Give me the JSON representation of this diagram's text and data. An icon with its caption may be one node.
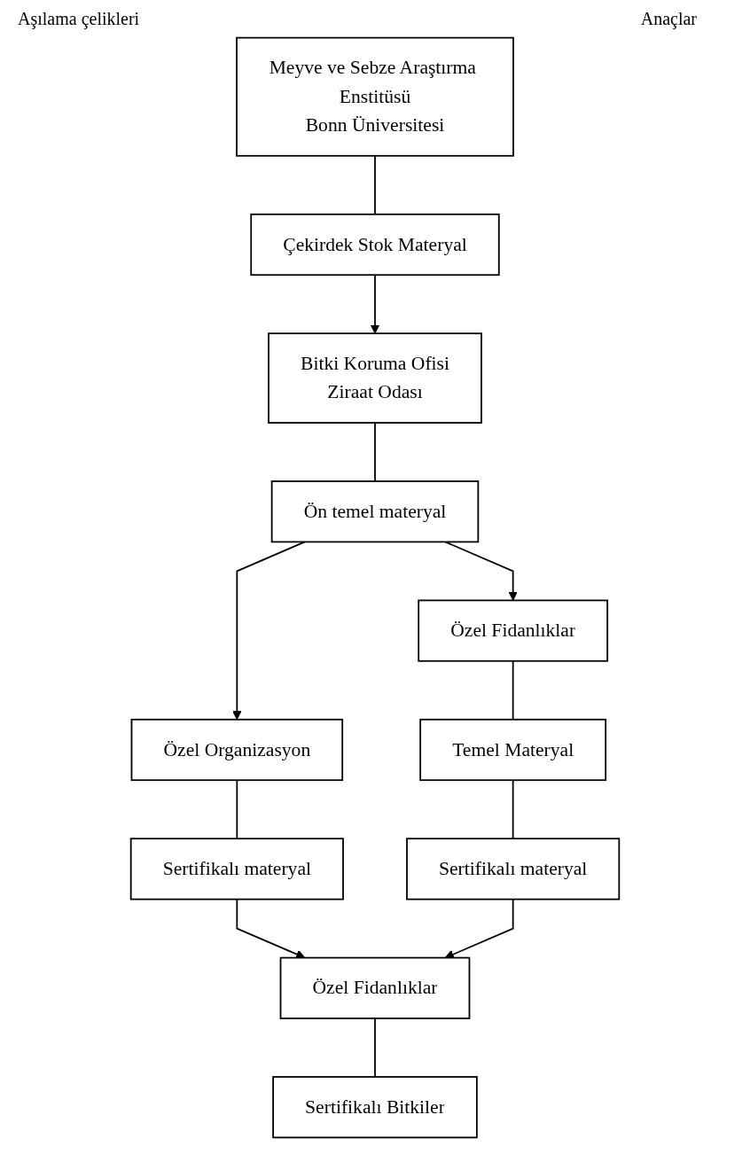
{
  "diagram": {
    "nodes": [
      {
        "text": [
          "Meyve ve Sebze Araştırma Enstitüsü",
          "Bonn Üniversitesi"
        ]
      },
      {
        "text": [
          "Çekirdek Stok Materyal"
        ]
      },
      {
        "text": [
          "Bitki Koruma Ofisi",
          "Ziraat Odası"
        ]
      },
      {
        "text": [
          "Ön temel materyal"
        ]
      },
      {
        "text": [
          "Özel Organizasyon"
        ]
      },
      {
        "text": [
          "Özel Fidanlıklar"
        ]
      },
      {
        "text": [
          "Temel Materyal"
        ]
      },
      {
        "text": [
          "Sertifikalı materyal"
        ]
      },
      {
        "text": [
          "Sertifikalı materyal"
        ]
      },
      {
        "text": [
          "Özel Fidanlıklar"
        ]
      },
      {
        "text": [
          "Sertifikalı Bitkiler"
        ]
      }
    ],
    "edges": [
      {
        "from": 0,
        "to": 1,
        "arrow": "none"
      },
      {
        "from": 1,
        "to": 2,
        "arrow": "to"
      },
      {
        "from": 2,
        "to": 3,
        "arrow": "none"
      },
      {
        "from": 3,
        "to": 4,
        "arrow": "to"
      },
      {
        "from": 3,
        "to": 5,
        "arrow": "to"
      },
      {
        "from": 4,
        "to": 7,
        "arrow": "none"
      },
      {
        "from": 5,
        "to": 6,
        "arrow": "none"
      },
      {
        "from": 6,
        "to": 8,
        "arrow": "none"
      },
      {
        "from": 7,
        "to": 9,
        "arrow": "to"
      },
      {
        "from": 8,
        "to": 9,
        "arrow": "to"
      },
      {
        "from": 9,
        "to": 10,
        "arrow": "none"
      }
    ],
    "labels": [
      "Aşılama çelikleri",
      "Anaçlar"
    ]
  }
}
